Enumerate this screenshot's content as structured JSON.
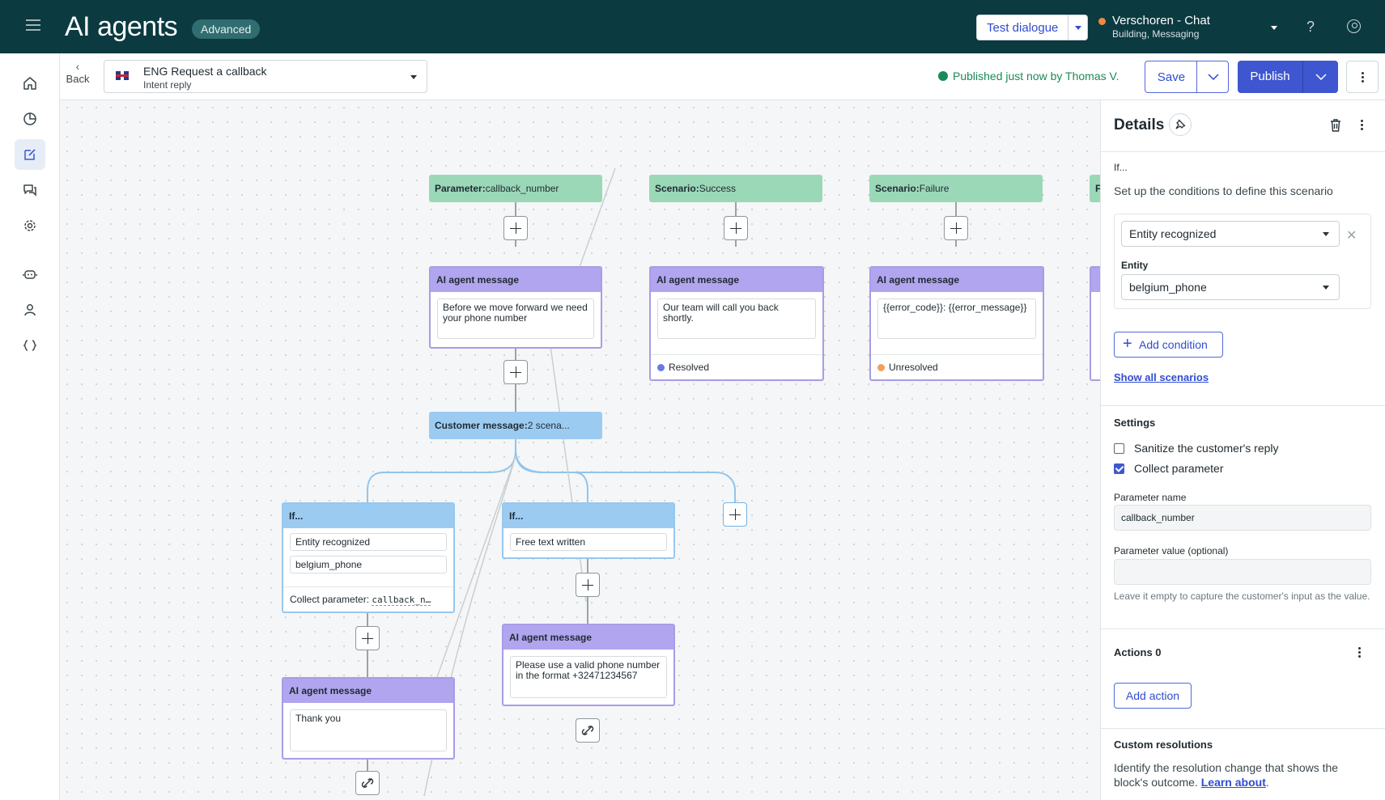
{
  "header": {
    "app_title": "AI agents",
    "badge": "Advanced",
    "test_dialogue": "Test dialogue",
    "workspace_name": "Verschoren - Chat",
    "workspace_sub": "Building, Messaging",
    "help": "?"
  },
  "toolbar": {
    "back_label": "Back",
    "intent_name": "ENG Request a callback",
    "intent_type": "Intent reply",
    "publish_status": "Published just now by Thomas V.",
    "save_label": "Save",
    "publish_label": "Publish"
  },
  "canvas": {
    "param_head_key": "Parameter:",
    "param_head_val": "callback_number",
    "success_head_key": "Scenario:",
    "success_head_val": "Success",
    "failure_head_key": "Scenario:",
    "failure_head_val": "Failure",
    "partial_head": "F",
    "agent_msg_label": "AI agent message",
    "msg_phone": "Before we move forward we need your phone number",
    "msg_success": "Our team will call you back shortly.",
    "msg_failure": "{{error_code}}: {{error_message}}",
    "status_resolved": "Resolved",
    "status_unresolved": "Unresolved",
    "customer_msg_key": "Customer message:",
    "customer_msg_val": "2 scena...",
    "if_label": "If...",
    "if1_field1": "Entity recognized",
    "if1_field2": "belgium_phone",
    "if1_collect_label": "Collect parameter:",
    "if1_collect_value": "callback_n…",
    "if2_field1": "Free text written",
    "msg_thanks": "Thank you",
    "msg_invalid": "Please use a valid phone number in the format +32471234567"
  },
  "details": {
    "title": "Details",
    "if_label": "If...",
    "if_desc": "Set up the conditions to define this scenario",
    "condition_select": "Entity recognized",
    "entity_label": "Entity",
    "entity_select": "belgium_phone",
    "add_condition": "Add condition",
    "show_scenarios": "Show all scenarios",
    "settings_label": "Settings",
    "sanitize_label": "Sanitize the customer's reply",
    "collect_label": "Collect parameter",
    "param_name_label": "Parameter name",
    "param_name_value": "callback_number",
    "param_value_label": "Parameter value (optional)",
    "param_value_value": "",
    "param_value_hint": "Leave it empty to capture the customer's input as the value.",
    "actions_label": "Actions 0",
    "add_action": "Add action",
    "custom_res_label": "Custom resolutions",
    "custom_res_text": "Identify the resolution change that shows the block's outcome.",
    "learn_about": "Learn about"
  },
  "colors": {
    "header_bg": "#0b3a40",
    "accent": "#3e57d0",
    "scenario_green": "#9bd8b8",
    "agent_purple": "#b1a5ef",
    "customer_blue": "#9ccbf2",
    "resolved_dot": "#6a7be0",
    "unresolved_dot": "#f0a05a",
    "success_status": "#1a8a5a"
  }
}
